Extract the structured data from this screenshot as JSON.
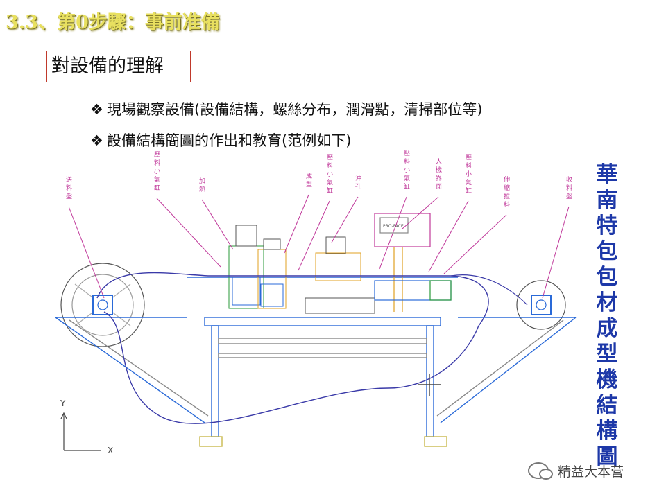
{
  "slide": {
    "title": "3.3、第0步驟：事前准備",
    "boxed_heading": "對設備的理解",
    "bullets": [
      "現場觀察設備(設備結構，螺絲分布，潤滑點，清掃部位等)",
      "設備結構簡圖的作出和教育(范例如下)"
    ],
    "bullet_marker": "❖"
  },
  "drawing": {
    "vertical_title": [
      "華",
      "南",
      "特",
      "包",
      "包",
      "材",
      "成",
      "型",
      "機",
      "結",
      "構",
      "圖"
    ],
    "labels": [
      {
        "text": "送料盤"
      },
      {
        "text": "壓料小氣缸"
      },
      {
        "text": "加熱"
      },
      {
        "text": "成型"
      },
      {
        "text": "壓料小氣缸"
      },
      {
        "text": "沖孔"
      },
      {
        "text": "壓料小氣缸"
      },
      {
        "text": "人機界面"
      },
      {
        "text": "壓料小氣缸"
      },
      {
        "text": "伸縮拉料"
      },
      {
        "text": "收料盤"
      }
    ],
    "hmi_screen_text": "PRO-FACE",
    "axis": {
      "y": "Y",
      "x": "X"
    },
    "colors": {
      "label": "#c0389a",
      "frame": "#2a6ad8",
      "belt": "#3a3aa8",
      "title": "#1d38a8"
    }
  },
  "watermark": {
    "text": "精益大本营"
  }
}
